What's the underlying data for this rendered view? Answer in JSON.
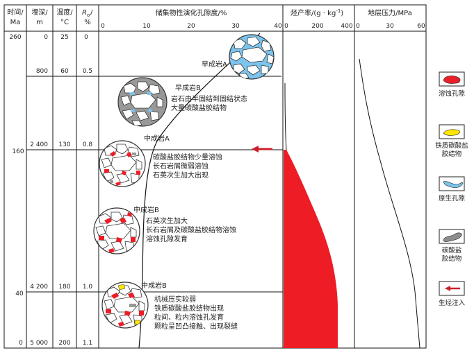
{
  "headers": {
    "time": [
      "时间/",
      "Ma"
    ],
    "depth": [
      "埋深/",
      "m"
    ],
    "temp": [
      "温度/",
      "°C"
    ],
    "ro": [
      "R",
      "o",
      "/",
      "%"
    ],
    "porosity": "储集物性演化孔隙度/%",
    "hc": "烃产率/(g · kg",
    "hc_sup": "-1",
    "hc_end": ")",
    "pressure": "地层压力/MPa"
  },
  "porosity_ticks": [
    "0",
    "10",
    "20",
    "30",
    "40"
  ],
  "hc_ticks": [
    "0",
    "200",
    "400"
  ],
  "pressure_ticks": [
    "0",
    "30",
    "60"
  ],
  "time_labels": [
    "260",
    "160",
    "40",
    "0"
  ],
  "rows": [
    {
      "depth": "0",
      "temp": "25",
      "ro": "0"
    },
    {
      "depth": "800",
      "temp": "60",
      "ro": "0.5"
    },
    {
      "depth": "2 400",
      "temp": "130",
      "ro": "0.8"
    },
    {
      "depth": "4 200",
      "temp": "180",
      "ro": "1.0"
    },
    {
      "depth": "5 000",
      "temp": "200",
      "ro": "1.1"
    }
  ],
  "stages": [
    {
      "title": "早成岩A",
      "lines": []
    },
    {
      "title": "早成岩B",
      "lines": [
        "岩石由半固结到固结状态",
        "大量碳酸盐胶结物"
      ]
    },
    {
      "title": "中成岩A",
      "lines": [
        "碳酸盐胶结物少量溶蚀",
        "长石岩屑微弱溶蚀",
        "石英次生加大出现"
      ]
    },
    {
      "title": "中成岩B",
      "lines": [
        "石英次生加大",
        "长石岩屑及碳酸盐胶结物溶蚀",
        "溶蚀孔隙发育"
      ]
    },
    {
      "title": "中成岩B",
      "lines": [
        "机械压实较弱",
        "铁质碳酸盐胶结物出现",
        "粒间、粒内溶蚀孔发育",
        "颗粒呈凹凸接触、出现裂缝"
      ]
    }
  ],
  "legend": [
    {
      "label": [
        "溶蚀孔隙"
      ],
      "color": "#e8202a",
      "icon": "dissolution-pore-icon"
    },
    {
      "label": [
        "铁质碳酸盐",
        "胶结物"
      ],
      "color": "#ffe600",
      "icon": "ferroan-carbonate-cement-icon"
    },
    {
      "label": [
        "原生孔隙"
      ],
      "color": "#7cc4ee",
      "icon": "primary-pore-icon"
    },
    {
      "label": [
        "碳酸盐",
        "胶结物"
      ],
      "color": "#8c8c8c",
      "icon": "carbonate-cement-icon"
    },
    {
      "label": [
        "生烃注入"
      ],
      "color": "#cc1f2a",
      "icon": "hydrocarbon-injection-icon"
    }
  ],
  "colors": {
    "red": "#ee1c25",
    "blue": "#7cc4ee",
    "gray": "#999999",
    "yellow": "#ffe600",
    "line": "#111111"
  }
}
